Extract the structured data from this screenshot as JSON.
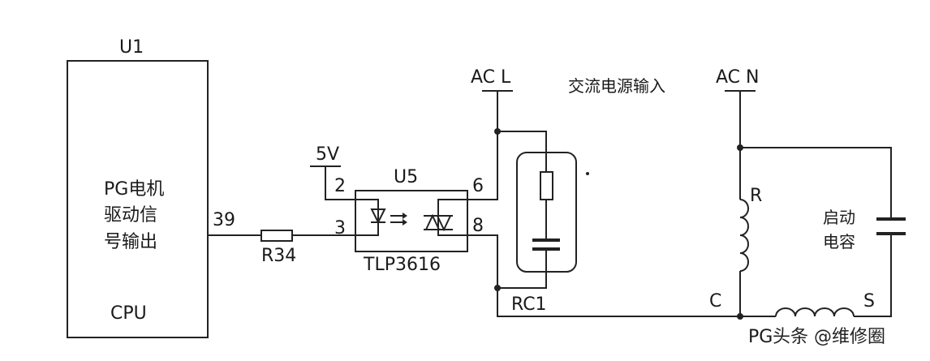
{
  "cpu": {
    "ref": "U1",
    "desc_lines": [
      "PG电机",
      "驱动信",
      "号输出"
    ],
    "name": "CPU",
    "pin": "39"
  },
  "resistor": {
    "ref": "R34"
  },
  "optocoupler": {
    "ref": "U5",
    "part": "TLP3616",
    "pins": {
      "p2": "2",
      "p3": "3",
      "p6": "6",
      "p8": "8"
    }
  },
  "supply": {
    "vcc": "5V"
  },
  "ac": {
    "line": "AC L",
    "neutral": "AC N",
    "input_label": "交流电源输入"
  },
  "snubber": {
    "ref": "RC1"
  },
  "motor": {
    "winding_r": "R",
    "common": "C",
    "winding_s": "S",
    "cap_lines": [
      "启动",
      "电容"
    ],
    "ref_partial": "PG"
  },
  "watermark": {
    "text": "头条 @维修圈"
  }
}
